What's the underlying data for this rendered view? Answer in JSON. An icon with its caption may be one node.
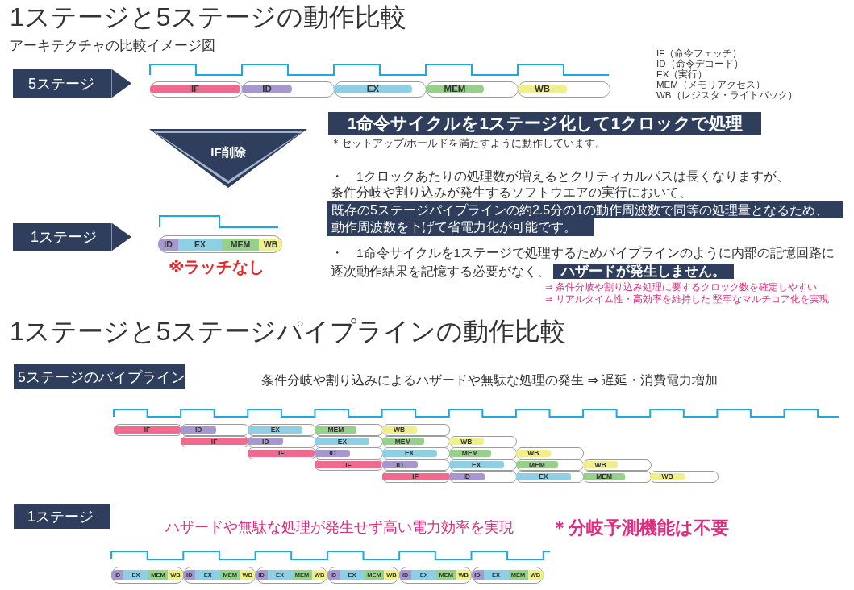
{
  "diagram": {
    "title": "1ステージと5ステージの動作比較",
    "nodes": [
      {
        "text": [
          "5ステージ"
        ]
      },
      {
        "text": [],
        "shape": "box"
      },
      {
        "text": [
          "IF"
        ],
        "in": 1
      },
      {
        "text": [],
        "shape": "box"
      },
      {
        "text": [
          "ID"
        ],
        "in": 3
      },
      {
        "text": [],
        "shape": "box"
      },
      {
        "text": [
          "EX"
        ],
        "in": 5
      },
      {
        "text": [],
        "shape": "box"
      },
      {
        "text": [
          "MEM"
        ],
        "in": 7
      },
      {
        "text": [],
        "shape": "box"
      },
      {
        "text": [
          "WB"
        ],
        "in": 9
      },
      {
        "text": [
          "IF削除"
        ]
      },
      {
        "text": [
          "1ステージ"
        ]
      },
      {
        "text": [],
        "shape": "box",
        "beside": [
          "※ラッチなし"
        ]
      },
      {
        "text": [
          "ID"
        ],
        "in": 13
      },
      {
        "text": [
          "EX"
        ],
        "in": 13
      },
      {
        "text": [
          "MEM"
        ],
        "in": 13
      },
      {
        "text": [
          "WB"
        ],
        "in": 13
      },
      {
        "text": [
          "1命令サイクルを1ステージ化して1クロックで処理"
        ]
      },
      {
        "text": [
          "既存の5ステージパイプラインの約2.5分の1の動作周波数で同等の処理量となるため、動作周波数を下げて省電力化が可能です。"
        ]
      },
      {
        "text": [
          "5ステージのパイプライン"
        ]
      },
      {
        "text": [],
        "shape": "box"
      },
      {
        "text": [
          "IF"
        ],
        "in": 21
      },
      {
        "text": [],
        "shape": "box"
      },
      {
        "text": [
          "ID"
        ],
        "in": 23
      },
      {
        "text": [],
        "shape": "box"
      },
      {
        "text": [
          "EX"
        ],
        "in": 25
      },
      {
        "text": [],
        "shape": "box"
      },
      {
        "text": [
          "MEM"
        ],
        "in": 27
      },
      {
        "text": [],
        "shape": "box"
      },
      {
        "text": [
          "WB"
        ],
        "in": 29
      },
      {
        "text": [],
        "shape": "box"
      },
      {
        "text": [
          "IF"
        ],
        "in": 31
      },
      {
        "text": [],
        "shape": "box"
      },
      {
        "text": [
          "ID"
        ],
        "in": 33
      },
      {
        "text": [],
        "shape": "box"
      },
      {
        "text": [
          "EX"
        ],
        "in": 35
      },
      {
        "text": [],
        "shape": "box"
      },
      {
        "text": [
          "MEM"
        ],
        "in": 37
      },
      {
        "text": [],
        "shape": "box"
      },
      {
        "text": [
          "WB"
        ],
        "in": 39
      },
      {
        "text": [],
        "shape": "box"
      },
      {
        "text": [
          "IF"
        ],
        "in": 41
      },
      {
        "text": [],
        "shape": "box"
      },
      {
        "text": [
          "ID"
        ],
        "in": 43
      },
      {
        "text": [],
        "shape": "box"
      },
      {
        "text": [
          "EX"
        ],
        "in": 45
      },
      {
        "text": [],
        "shape": "box"
      },
      {
        "text": [
          "MEM"
        ],
        "in": 47
      },
      {
        "text": [],
        "shape": "box"
      },
      {
        "text": [
          "WB"
        ],
        "in": 49
      },
      {
        "text": [],
        "shape": "box"
      },
      {
        "text": [
          "IF"
        ],
        "in": 51
      },
      {
        "text": [],
        "shape": "box"
      },
      {
        "text": [
          "ID"
        ],
        "in": 53
      },
      {
        "text": [],
        "shape": "box"
      },
      {
        "text": [
          "EX"
        ],
        "in": 55
      },
      {
        "text": [],
        "shape": "box"
      },
      {
        "text": [
          "MEM"
        ],
        "in": 57
      },
      {
        "text": [],
        "shape": "box"
      },
      {
        "text": [
          "WB"
        ],
        "in": 59
      },
      {
        "text": [],
        "shape": "box"
      },
      {
        "text": [
          "IF"
        ],
        "in": 61
      },
      {
        "text": [],
        "shape": "box"
      },
      {
        "text": [
          "ID"
        ],
        "in": 63
      },
      {
        "text": [],
        "shape": "box"
      },
      {
        "text": [
          "EX"
        ],
        "in": 65
      },
      {
        "text": [],
        "shape": "box"
      },
      {
        "text": [
          "MEM"
        ],
        "in": 67
      },
      {
        "text": [],
        "shape": "box"
      },
      {
        "text": [
          "WB"
        ],
        "in": 69
      },
      {
        "text": [
          "1ステージ"
        ]
      },
      {
        "text": [],
        "shape": "box"
      },
      {
        "text": [
          "ID"
        ],
        "in": 72
      },
      {
        "text": [
          "EX"
        ],
        "in": 72
      },
      {
        "text": [
          "MEM"
        ],
        "in": 72
      },
      {
        "text": [
          "WB"
        ],
        "in": 72
      },
      {
        "text": [],
        "shape": "box"
      },
      {
        "text": [
          "ID"
        ],
        "in": 77
      },
      {
        "text": [
          "EX"
        ],
        "in": 77
      },
      {
        "text": [
          "MEM"
        ],
        "in": 77
      },
      {
        "text": [
          "WB"
        ],
        "in": 77
      },
      {
        "text": [],
        "shape": "box"
      },
      {
        "text": [
          "ID"
        ],
        "in": 82
      },
      {
        "text": [
          "EX"
        ],
        "in": 82
      },
      {
        "text": [
          "MEM"
        ],
        "in": 82
      },
      {
        "text": [
          "WB"
        ],
        "in": 82
      },
      {
        "text": [],
        "shape": "box"
      },
      {
        "text": [
          "ID"
        ],
        "in": 87
      },
      {
        "text": [
          "EX"
        ],
        "in": 87
      },
      {
        "text": [
          "MEM"
        ],
        "in": 87
      },
      {
        "text": [
          "WB"
        ],
        "in": 87
      },
      {
        "text": [],
        "shape": "box"
      },
      {
        "text": [
          "ID"
        ],
        "in": 92
      },
      {
        "text": [
          "EX"
        ],
        "in": 92
      },
      {
        "text": [
          "MEM"
        ],
        "in": 92
      },
      {
        "text": [
          "WB"
        ],
        "in": 92
      },
      {
        "text": [],
        "shape": "box"
      },
      {
        "text": [
          "ID"
        ],
        "in": 97
      },
      {
        "text": [
          "EX"
        ],
        "in": 97
      },
      {
        "text": [
          "MEM"
        ],
        "in": 97
      },
      {
        "text": [
          "WB"
        ],
        "in": 97
      }
    ],
    "labels": [
      "アーキテクチャの比較イメージ図",
      "IF（命令フェッチ）",
      "ID（命令デコード）",
      "EX（実行）",
      "MEM（メモリアクセス）",
      "WB（レジスタ・ライトバック）",
      "＊セットアップ/ホールドを満たすように動作しています。",
      "・　1クロックあたりの処理数が増えるとクリティカルパスは長くなりますが、条件分岐や割り込みが発生するソフトウエアの実行において、",
      "・　1命令サイクルを1ステージで処理するためパイプラインのように内部の記憶回路に逐次動作結果を記憶する必要がなく、 **ハザードが発生しません。**",
      "⇒ 条件分岐や割り込み処理に要するクロック数を確定しやすい",
      "⇒ リアルタイム性・高効率を維持した 堅牢なマルチコア化を実現",
      "1ステージと5ステージパイプラインの動作比較",
      "条件分岐や割り込みによるハザードや無駄な処理の発生 ⇒ 遅延・消費電力増加",
      "ハザードや無駄な処理が発生せず高い電力効率を実現",
      "＊分岐予測機能は不要"
    ]
  }
}
